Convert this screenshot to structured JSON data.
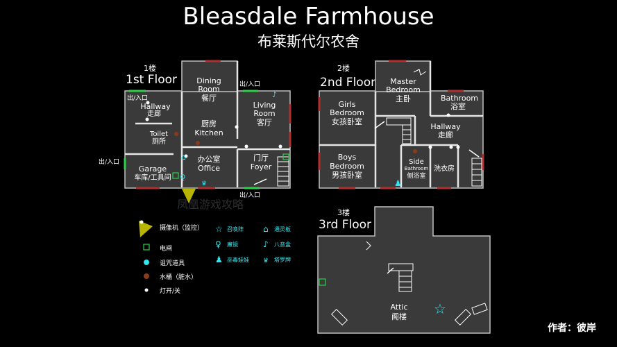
{
  "header": {
    "title": "Bleasdale Farmhouse",
    "subtitle": "布莱斯代尔农舍"
  },
  "floor1": {
    "tag": "1楼",
    "name": "1st Floor",
    "rooms": {
      "dining_en": "Dining",
      "dining_en2": "Room",
      "dining_cn": "餐厅",
      "hallway_en": "Hallway",
      "hallway_cn": "走廊",
      "living_en": "Living",
      "living_en2": "Room",
      "living_cn": "客厅",
      "toilet_en": "Toilet",
      "toilet_cn": "厕所",
      "kitchen_cn": "厨房",
      "kitchen_en": "Kitchen",
      "office_cn": "办公室",
      "office_en": "Office",
      "foyer_cn": "门厅",
      "foyer_en": "Foyer",
      "garage_en": "Garage",
      "garage_cn": "车库/工具间"
    },
    "exits": [
      "出/入口",
      "出/入口",
      "出/入口",
      "出/入口"
    ]
  },
  "floor2": {
    "tag": "2楼",
    "name": "2nd Floor",
    "rooms": {
      "master_en": "Master",
      "master_en2": "Bedroom",
      "master_cn": "主卧",
      "bathroom_en": "Bathroom",
      "bathroom_cn": "浴室",
      "girls_en": "Girls",
      "girls_en2": "Bedroom",
      "girls_cn": "女孩卧室",
      "hallway_en": "Hallway",
      "hallway_cn": "走廊",
      "boys_en": "Boys",
      "boys_en2": "Bedroom",
      "boys_cn": "男孩卧室",
      "side_en": "Side",
      "side_en2": "Bathroom",
      "side_cn": "侧浴室",
      "laundry_cn": "洗衣房"
    }
  },
  "floor3": {
    "tag": "3楼",
    "name": "3rd Floor",
    "rooms": {
      "attic_en": "Attic",
      "attic_cn": "阁楼"
    }
  },
  "watermark": "凤凰游戏攻略",
  "legend": {
    "camera": "摄像机（监控）",
    "breaker": "电闸",
    "cursed": "诅咒道具",
    "bucket": "水桶（脏水）",
    "light": "灯开/关",
    "summon": "召唤阵",
    "mirror": "魔镜",
    "doll": "巫毒娃娃",
    "ouija": "通灵板",
    "musicbox": "八音盒",
    "tarot": "塔罗牌"
  },
  "colors": {
    "background": "#000000",
    "room": "#3a3a3a",
    "door": "#b03030",
    "exit": "#2fd04a",
    "item": "#2ee6f0",
    "bucket": "#8b3a1a",
    "camera": "#b8b400"
  },
  "author": "作者：彼岸"
}
